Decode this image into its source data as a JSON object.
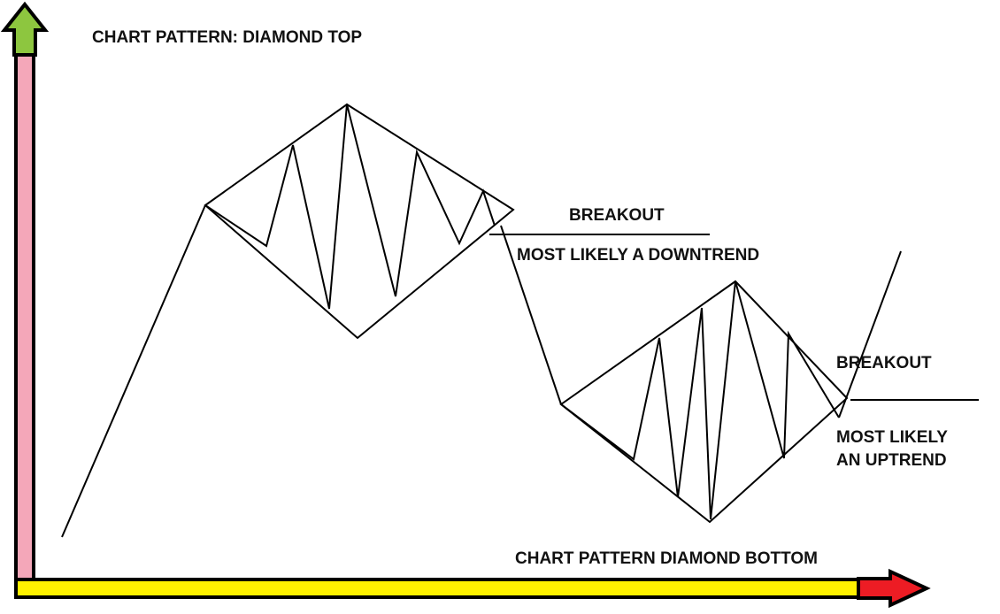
{
  "labels": {
    "top_title": "CHART PATTERN: DIAMOND TOP",
    "top_breakout": "BREAKOUT",
    "top_outcome": "MOST LIKELY A DOWNTREND",
    "bottom_breakout": "BREAKOUT",
    "bottom_outcome_line1": "MOST LIKELY",
    "bottom_outcome_line2": "AN UPTREND",
    "bottom_title": "CHART PATTERN DIAMOND BOTTOM"
  },
  "colors": {
    "y_axis_fill": "#F4A7B9",
    "y_arrowhead": "#8DC63F",
    "x_axis_fill": "#FFF200",
    "x_arrowhead": "#ED1C24",
    "outline": "#000000"
  },
  "icons": {
    "y_axis_arrow": "arrow-up-icon",
    "x_axis_arrow": "arrow-right-icon"
  }
}
